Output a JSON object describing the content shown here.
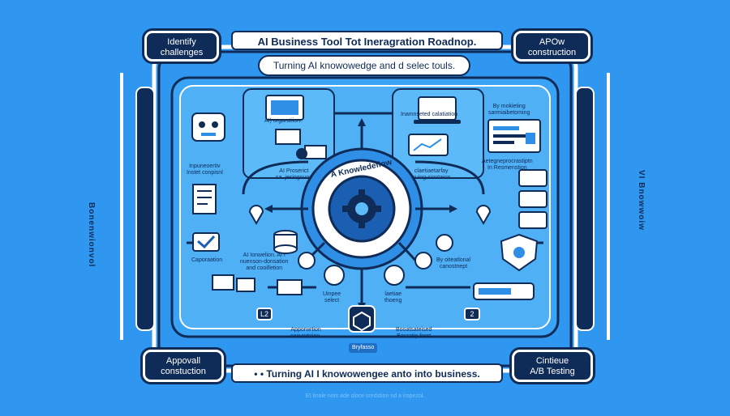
{
  "corners": {
    "top_left": [
      "Identify",
      "challenges"
    ],
    "top_right": [
      "APOw",
      "construction"
    ],
    "bottom_left": [
      "Appovall",
      "constuction"
    ],
    "bottom_right": [
      "Cintieue",
      "A/B Testing"
    ]
  },
  "title": "AI Business Tool Tot Ineragration Roadnop.",
  "subtitle": "Turning AI knowowedge and d selec touls.",
  "bottom_banner": "• • Turning AI I knowowengee anto into business.",
  "hub_label": "A Knowledeflow",
  "side_labels": {
    "left": "Bonenwionvol",
    "right": "VI Bnowwoiw"
  },
  "annotations": {
    "ai_integration": "AI) orgaratiion.",
    "ai_process": "AI Proserict\nsa. jesingnuos",
    "top_center": "Inamnseted calatiation",
    "right_top": "By mokieting\nsarmiaibetoming",
    "left_mid": "Inpuneoertiv\nInstet conpisnl",
    "center_right": "claetiaetarfay\nnuing-siontaion",
    "right_mid": "Aetegneprocrastiptn\nIn Resmenstion",
    "capcelalon": "Caporaation",
    "ai_knowledge": "AI Ionwelion. AI I\nnuenson-donsation\nand cooilletion",
    "right_lower": "By oiteatlonal\ncanostnept",
    "left_lower_center": "Uinpee\nselect",
    "right_lower_center": "laetiae\nthoeng",
    "bottom_left_note": "Apporwrtion\nconverteion.",
    "bottom_right_note": "Booatsateised\nBeraatip fenrt",
    "chip": "Bryfasso",
    "step_left": "L2",
    "step_right": "2"
  },
  "footnote": "Et tinale nots ade sloce sredstion nd a iropezol.",
  "colors": {
    "background": "#2f97ef",
    "navy": "#0f2b57",
    "panel": "#3aa3f5",
    "inner": "#56b3f7",
    "white": "#ffffff"
  }
}
